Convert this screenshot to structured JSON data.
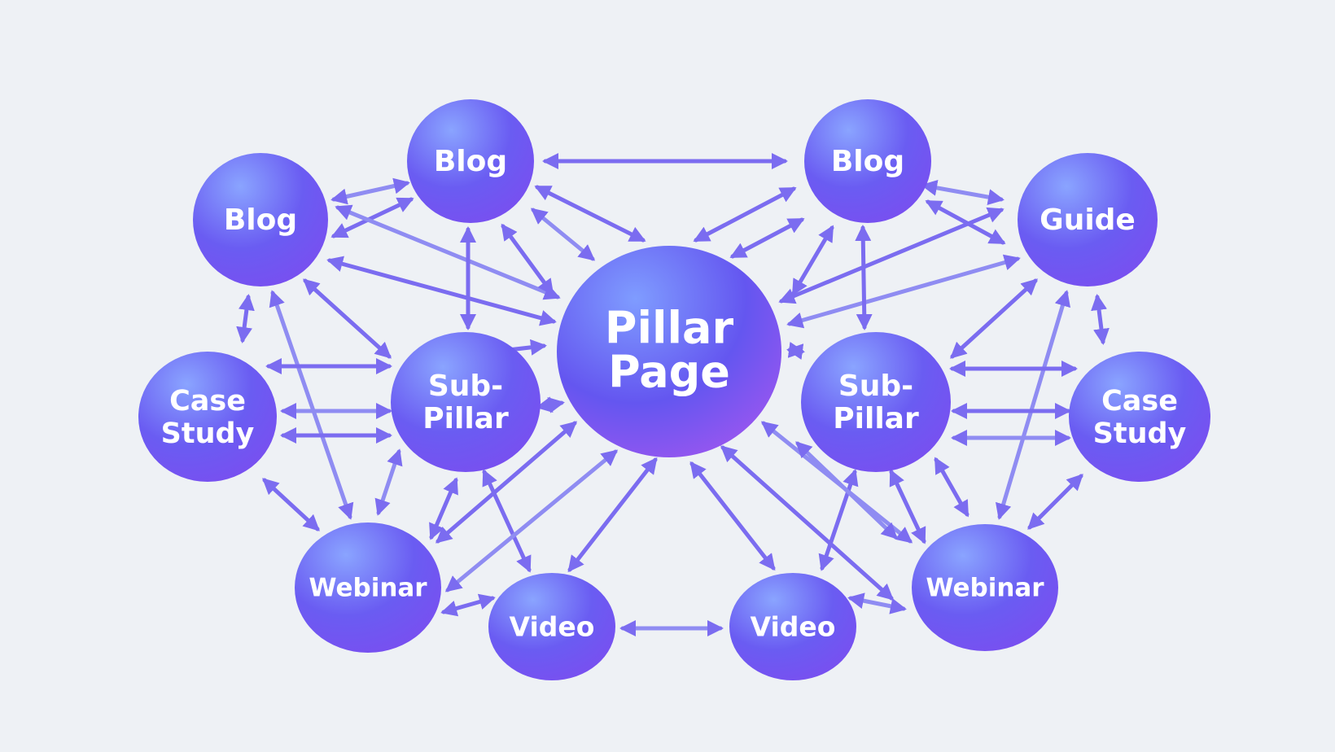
{
  "nodes": {
    "pillar": {
      "lines": [
        "Pillar",
        "Page"
      ]
    },
    "subpillar_left": {
      "lines": [
        "Sub-",
        "Pillar"
      ]
    },
    "subpillar_right": {
      "lines": [
        "Sub-",
        "Pillar"
      ]
    },
    "blog_far_left": {
      "lines": [
        "Blog"
      ]
    },
    "blog_top_left": {
      "lines": [
        "Blog"
      ]
    },
    "blog_top_right": {
      "lines": [
        "Blog"
      ]
    },
    "guide": {
      "lines": [
        "Guide"
      ]
    },
    "case_study_left": {
      "lines": [
        "Case",
        "Study"
      ]
    },
    "case_study_right": {
      "lines": [
        "Case",
        "Study"
      ]
    },
    "webinar_left": {
      "lines": [
        "Webinar"
      ]
    },
    "webinar_right": {
      "lines": [
        "Webinar"
      ]
    },
    "video_left": {
      "lines": [
        "Video"
      ]
    },
    "video_right": {
      "lines": [
        "Video"
      ]
    }
  },
  "colors": {
    "background": "#eef1f5",
    "node_top": "#8aa4ff",
    "node_mid": "#6a5cf2",
    "node_bottom": "#7a4ef0",
    "pillar_accent": "#9b55f0",
    "arrow": "#7b6cf0",
    "label": "#ffffff"
  }
}
